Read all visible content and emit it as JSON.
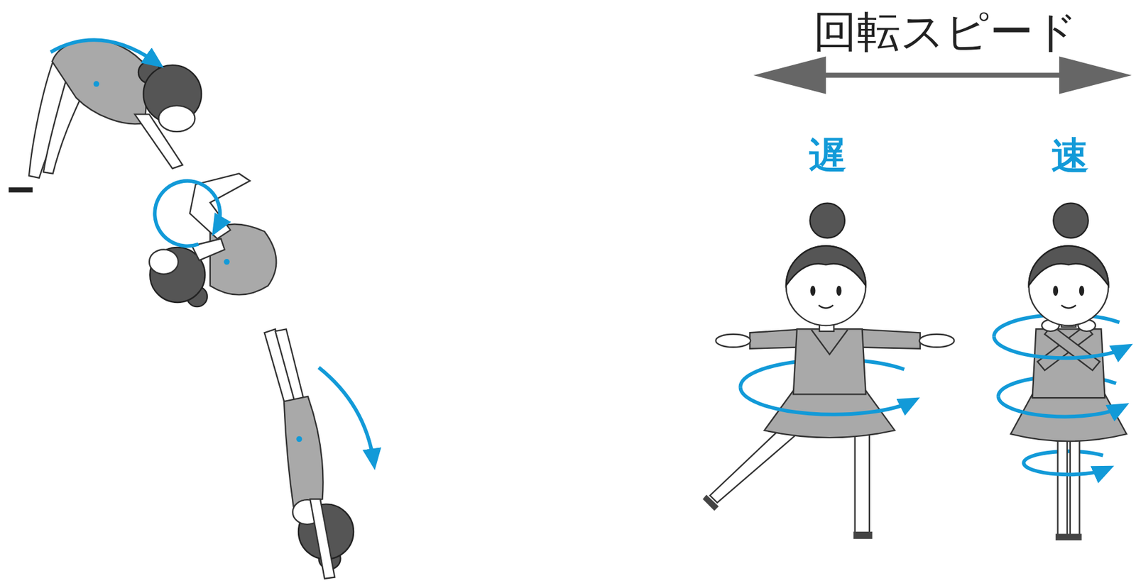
{
  "diagram": {
    "labels": [
      "回転スピード",
      "遅",
      "速"
    ]
  }
}
